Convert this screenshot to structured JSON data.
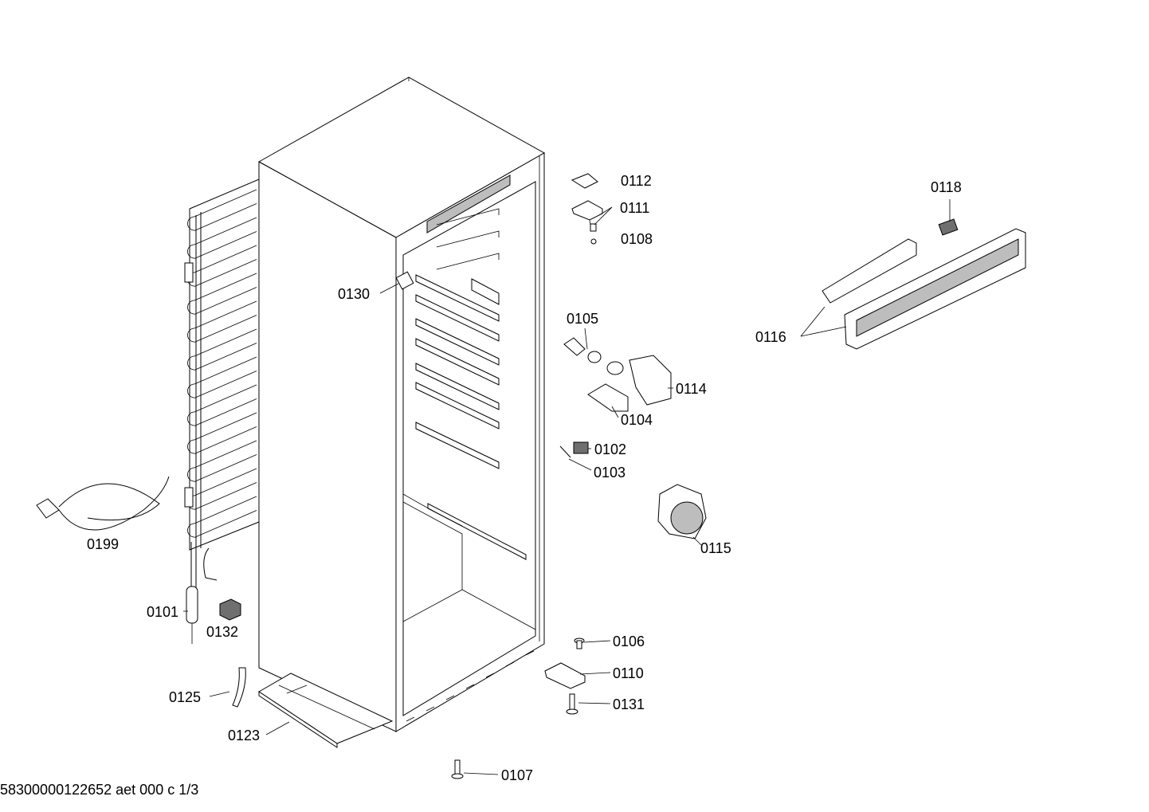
{
  "footer": {
    "reference": "58300000122652 aet 000 c 1/3"
  },
  "callouts": [
    {
      "id": "0112",
      "label": "0112"
    },
    {
      "id": "0111",
      "label": "0111"
    },
    {
      "id": "0108",
      "label": "0108"
    },
    {
      "id": "0118",
      "label": "0118"
    },
    {
      "id": "0130",
      "label": "0130"
    },
    {
      "id": "0116",
      "label": "0116"
    },
    {
      "id": "0105",
      "label": "0105"
    },
    {
      "id": "0114",
      "label": "0114"
    },
    {
      "id": "0104",
      "label": "0104"
    },
    {
      "id": "0102",
      "label": "0102"
    },
    {
      "id": "0103",
      "label": "0103"
    },
    {
      "id": "0199",
      "label": "0199"
    },
    {
      "id": "0115",
      "label": "0115"
    },
    {
      "id": "0101",
      "label": "0101"
    },
    {
      "id": "0132",
      "label": "0132"
    },
    {
      "id": "0106",
      "label": "0106"
    },
    {
      "id": "0110",
      "label": "0110"
    },
    {
      "id": "0125",
      "label": "0125"
    },
    {
      "id": "0131",
      "label": "0131"
    },
    {
      "id": "0123",
      "label": "0123"
    },
    {
      "id": "0107",
      "label": "0107"
    }
  ]
}
